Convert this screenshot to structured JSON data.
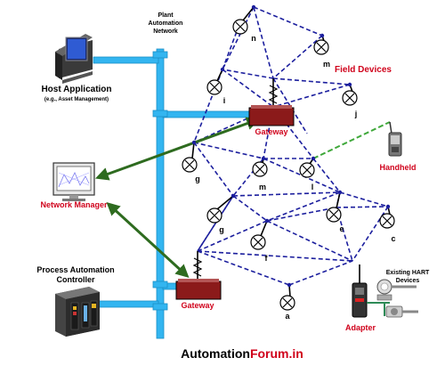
{
  "network": {
    "title_line1": "Plant",
    "title_line2": "Automation",
    "title_line3": "Network"
  },
  "host": {
    "title": "Host Application",
    "subtitle": "(e.g., Asset Management)"
  },
  "network_manager": {
    "label": "Network Manager"
  },
  "controller": {
    "line1": "Process Automation",
    "line2": "Controller"
  },
  "gateways": {
    "upper": "Gateway",
    "lower": "Gateway"
  },
  "field_devices": {
    "label": "Field Devices"
  },
  "handheld": {
    "label": "Handheld"
  },
  "adapter": {
    "label": "Adapter"
  },
  "hart": {
    "line1": "Existing HART",
    "line2": "Devices"
  },
  "devices": [
    "n",
    "m",
    "i",
    "j",
    "g",
    "m",
    "l",
    "g",
    "f",
    "e",
    "c",
    "a"
  ],
  "footer": {
    "part1": "Automation",
    "part2": "Forum.in"
  },
  "colors": {
    "pipe": "#33b5f0",
    "mesh": "#1c1f9e",
    "red_text": "#d0021b",
    "arrow": "#2e6b1f",
    "handheld_link": "#3fa83a",
    "gateway": "#8b1a1a"
  }
}
